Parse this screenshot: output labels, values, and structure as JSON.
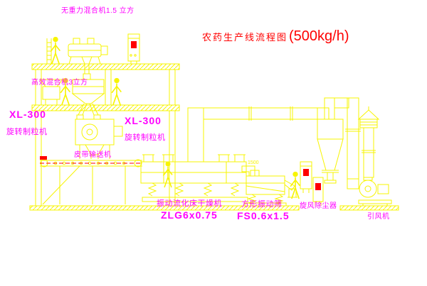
{
  "title": {
    "main": "农药生产线流程图",
    "capacity": "(500kg/h)"
  },
  "labels": {
    "top_mixer": "无重力混合机1.5 立方",
    "high_mixer": "高效混合机3立方",
    "granulator_left_model": "XL-300",
    "granulator_left_name": "旋转制粒机",
    "granulator_mid_model": "XL-300",
    "granulator_mid_name": "旋转制粒机",
    "belt_conveyor": "皮带输送机",
    "dryer_name": "振动流化床干燥机",
    "dryer_model": "ZLG6x0.75",
    "sieve_name": "方形振动筛",
    "sieve_model": "FS0.6x1.5",
    "cyclone": "旋风除尘器",
    "fan": "引风机",
    "sieve_dim": "1500"
  },
  "colors": {
    "line": "#f7f400",
    "label": "#ff00ff",
    "title": "#ff0000",
    "accent": "#ff0000",
    "bg": "#ffffff"
  }
}
